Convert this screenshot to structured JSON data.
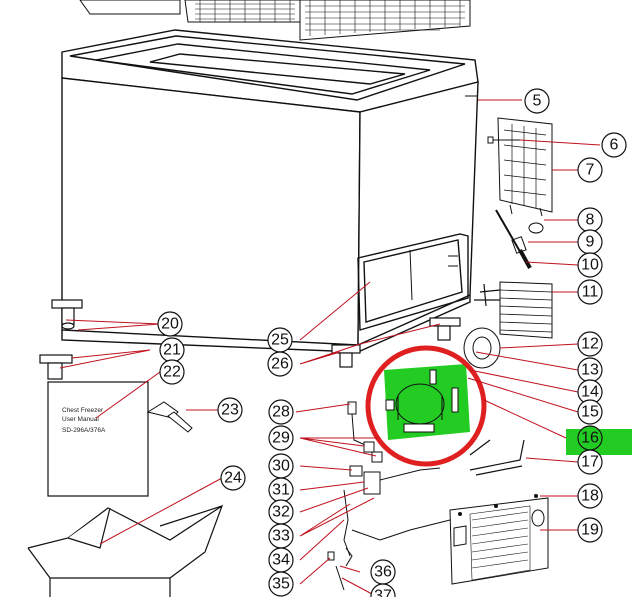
{
  "diagram": {
    "title": "Chest freezer exploded parts diagram",
    "highlight_color": "#22cc22",
    "ring_color": "#e02020",
    "highlighted_part": "16",
    "manual": {
      "line1": "Chest Freezer",
      "line2": "User Manual",
      "model": "SD-296A/376A"
    },
    "labels": {
      "p5": "5",
      "p6": "6",
      "p7": "7",
      "p8": "8",
      "p9": "9",
      "p10": "10",
      "p11": "11",
      "p12": "12",
      "p13": "13",
      "p14": "14",
      "p15": "15",
      "p16": "16",
      "p17": "17",
      "p18": "18",
      "p19": "19",
      "p20": "20",
      "p21": "21",
      "p22": "22",
      "p23": "23",
      "p24": "24",
      "p25": "25",
      "p26": "26",
      "p28": "28",
      "p29": "29",
      "p30": "30",
      "p31": "31",
      "p32": "32",
      "p33": "33",
      "p34": "34",
      "p35": "35",
      "p36": "36",
      "p37": "37"
    }
  }
}
